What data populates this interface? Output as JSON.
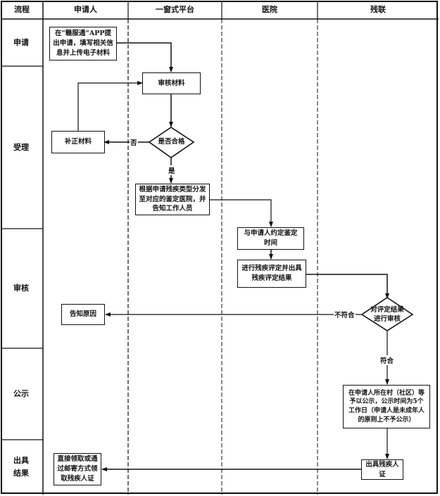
{
  "header": {
    "stage_col": "流程",
    "lanes": [
      "申请人",
      "一窗式平台",
      "医院",
      "残联"
    ]
  },
  "stages": [
    "申请",
    "受理",
    "审核",
    "公示",
    "出具\n结果"
  ],
  "nodes": {
    "apply_app": "在“赣服通”APP提出申请，填写相关信息并上传电子材料",
    "review_materials": "审核材料",
    "supplement": "补正材料",
    "qualified_q": "是否合格",
    "dispatch": "根据申请残疾类型分发至对应的鉴定医院，并告知工作人员",
    "appointment": "与申请人约定鉴定时间",
    "assess": "进行残疾评定并出具残疾评定结果",
    "review_result_q": "对评定结果进行审核",
    "notify_reason": "告知原因",
    "publicity": "在申请人所在村（社区）等予以公示，公示时间为5个工作日（申请人是未成年人的原则上不予公示）",
    "issue_cert": "出具残疾人证",
    "receive_cert": "直接领取或通过邮寄方式领取残疾人证"
  },
  "edges": {
    "no": "否",
    "yes": "是",
    "not_conform": "不符合",
    "conform": "符合"
  }
}
